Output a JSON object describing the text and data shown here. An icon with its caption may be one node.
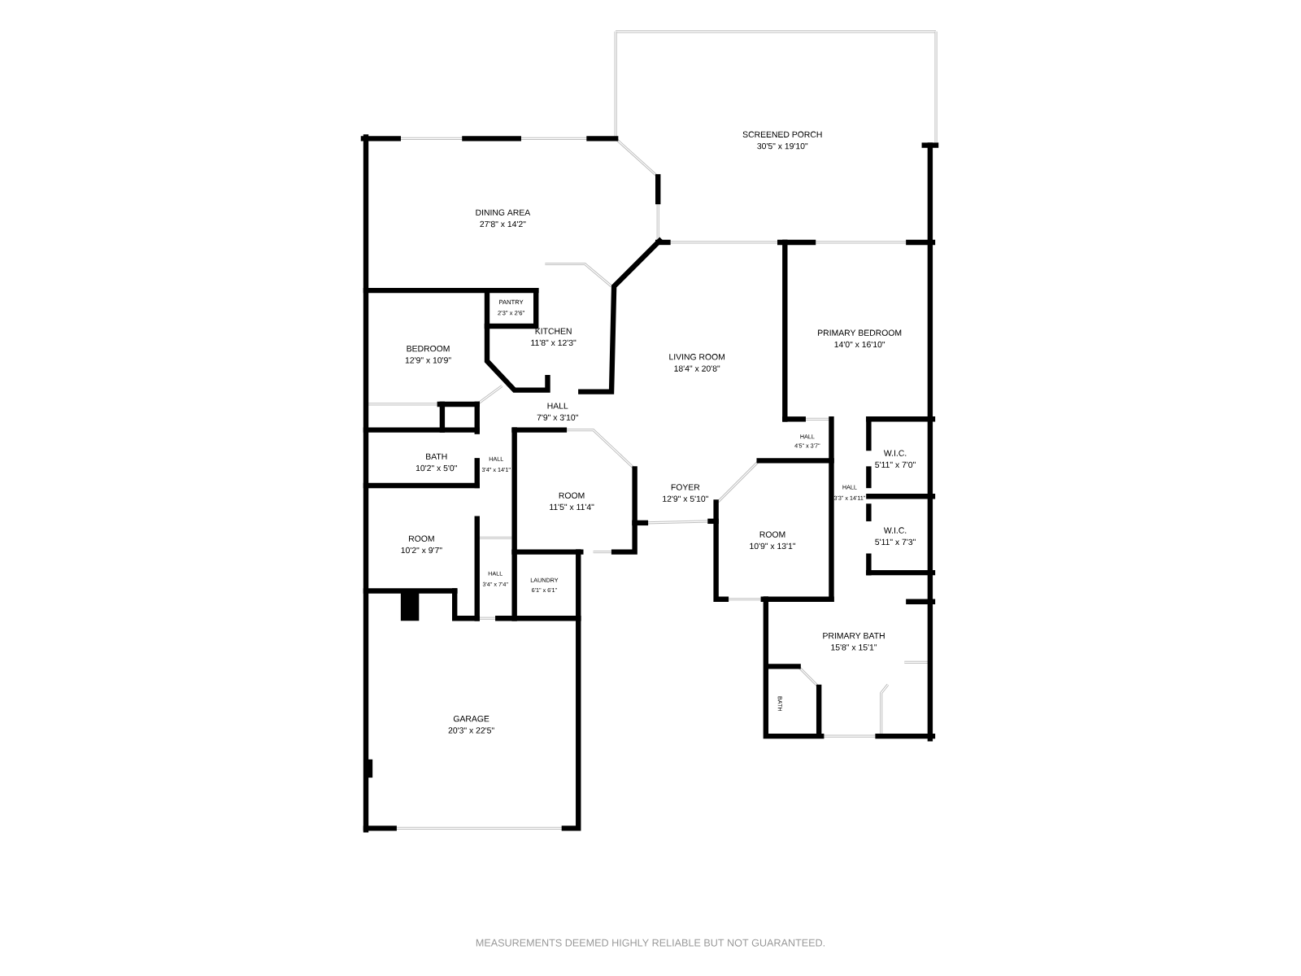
{
  "diagram": {
    "labels": [
      "SCREENED PORCH",
      "30'5\" x 19'10\"",
      "DINING AREA",
      "27'8\" x 14'2\"",
      "PANTRY",
      "2'3\" x 2'6\"",
      "PRIMARY BEDROOM",
      "14'0\" x 16'10\"",
      "KITCHEN",
      "11'8\" x 12'3\"",
      "BEDROOM",
      "12'9\" x 10'9\"",
      "LIVING ROOM",
      "18'4\" x 20'8\"",
      "HALL",
      "7'9\" x 3'10\"",
      "HALL",
      "4'5\" x 3'7\"",
      "W.I.C.",
      "5'11\" x 7'0\"",
      "BATH",
      "10'2\" x 5'0\"",
      "HALL",
      "3'4\" x 14'1\"",
      "HALL",
      "3'3\" x 14'11\"",
      "FOYER",
      "12'9\" x 5'10\"",
      "ROOM",
      "11'5\" x 11'4\"",
      "W.I.C.",
      "5'11\" x 7'3\"",
      "ROOM",
      "10'9\" x 13'1\"",
      "ROOM",
      "10'2\" x 9'7\"",
      "HALL",
      "3'4\" x 7'4\"",
      "LAUNDRY",
      "6'1\" x 6'1\"",
      "PRIMARY BATH",
      "15'8\" x 15'1\"",
      "BATH",
      "GARAGE",
      "20'3\" x 22'5\"",
      "MEASUREMENTS DEEMED HIGHLY RELIABLE BUT NOT GUARANTEED."
    ]
  }
}
